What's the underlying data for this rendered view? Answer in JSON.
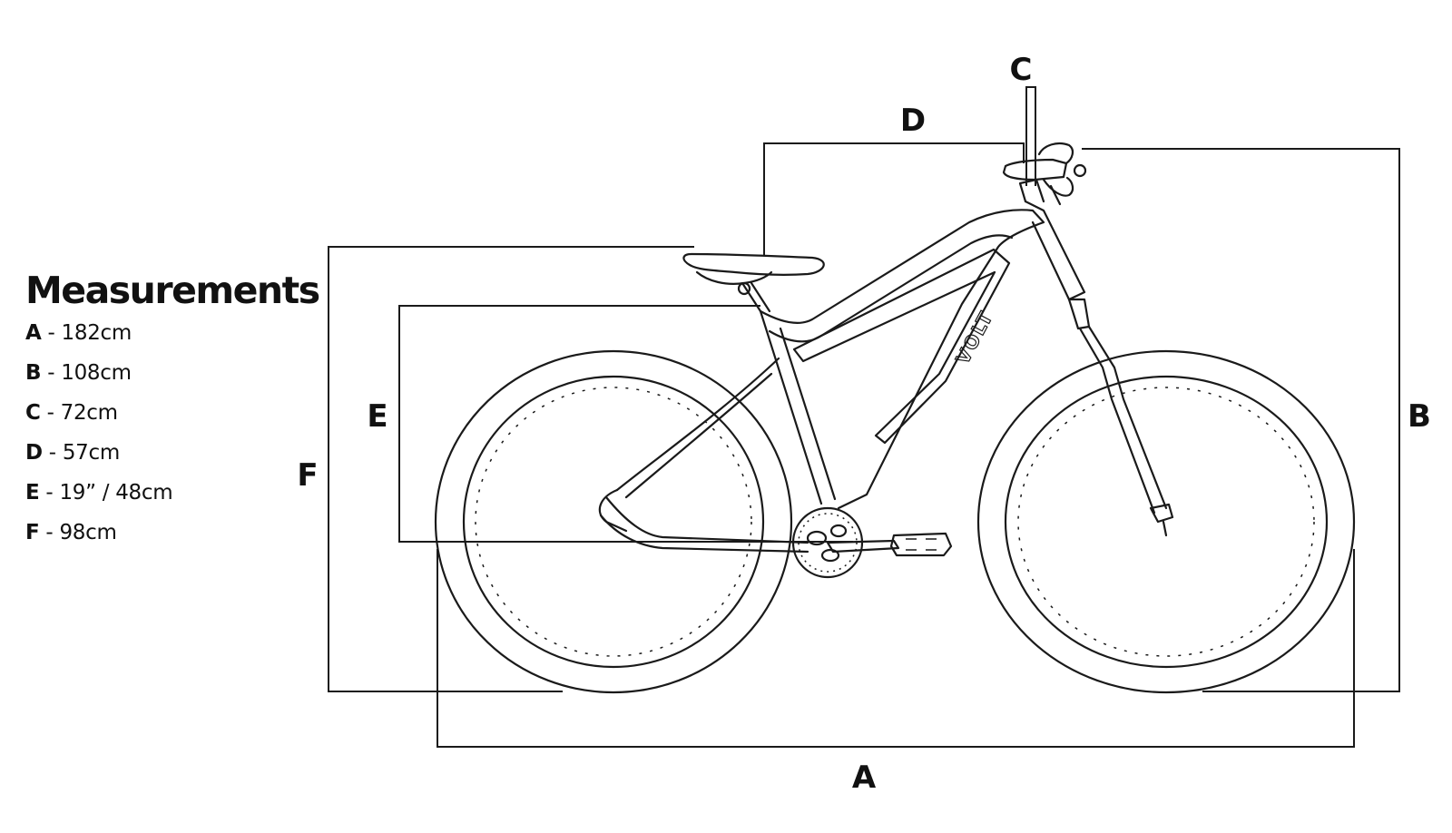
{
  "legend": {
    "title": "Measurements",
    "items": [
      {
        "key": "A",
        "value": " - 182cm"
      },
      {
        "key": "B",
        "value": " - 108cm"
      },
      {
        "key": "C",
        "value": " - 72cm"
      },
      {
        "key": "D",
        "value": " - 57cm"
      },
      {
        "key": "E",
        "value": " - 19” / 48cm"
      },
      {
        "key": "F",
        "value": " - 98cm"
      }
    ]
  },
  "diagram": {
    "labels": {
      "A": "A",
      "B": "B",
      "C": "C",
      "D": "D",
      "E": "E",
      "F": "F"
    },
    "brand": "VOLT"
  }
}
